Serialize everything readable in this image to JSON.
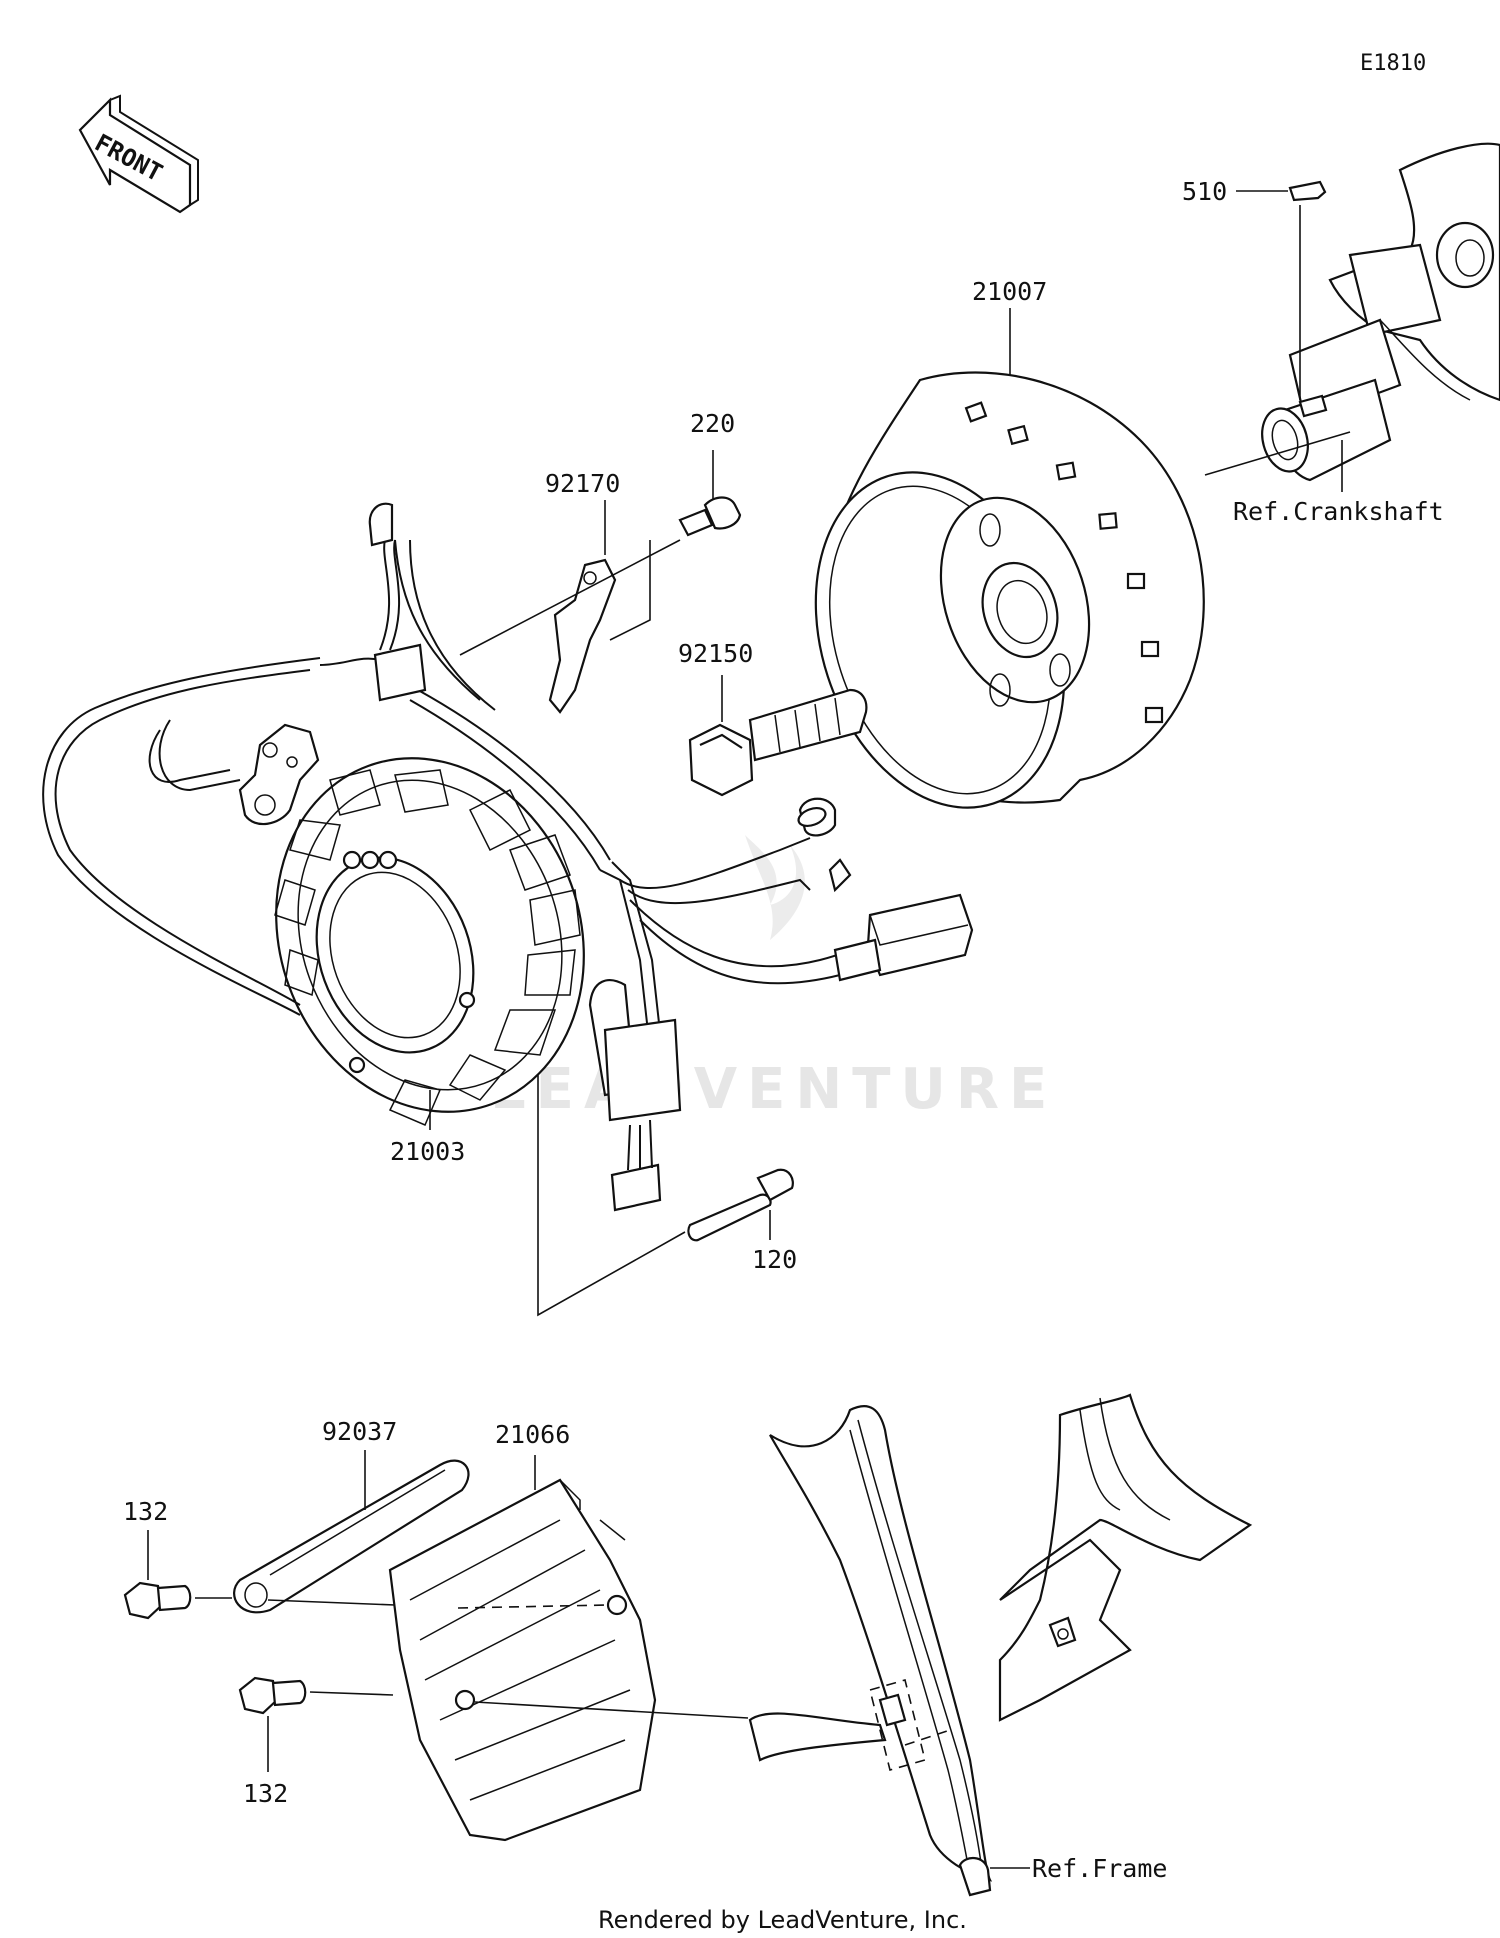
{
  "diagram_id": "E1810",
  "direction_label": "FRONT",
  "watermark": "LEADVENTURE",
  "footer": "Rendered by LeadVenture, Inc.",
  "callouts": {
    "p510": "510",
    "p21007": "21007",
    "p220": "220",
    "p92170": "92170",
    "p92150": "92150",
    "p21003": "21003",
    "p120": "120",
    "p92037": "92037",
    "p21066": "21066",
    "p132_top": "132",
    "p132_bottom": "132"
  },
  "references": {
    "crankshaft": "Ref.Crankshaft",
    "frame": "Ref.Frame"
  }
}
